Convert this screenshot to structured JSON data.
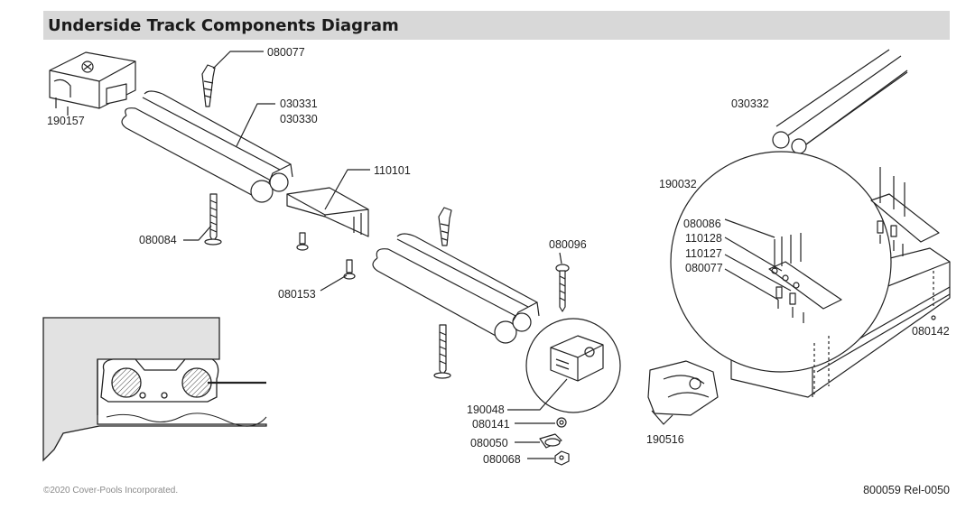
{
  "header": {
    "title": "Underside Track Components Diagram"
  },
  "parts": {
    "p080077_top": "080077",
    "p190157": "190157",
    "p030331": "030331",
    "p030330": "030330",
    "p030332": "030332",
    "p110101": "110101",
    "p190032": "190032",
    "p080084": "080084",
    "p080086": "080086",
    "p110128": "110128",
    "p110127": "110127",
    "p080077_detail": "080077",
    "p080096": "080096",
    "p080153": "080153",
    "p080142": "080142",
    "p190048": "190048",
    "p080141": "080141",
    "p080050": "080050",
    "p080068": "080068",
    "p190516": "190516"
  },
  "footer": {
    "copyright": "©2020 Cover-Pools Incorporated.",
    "doc_id": "800059 Rel-0050"
  },
  "colors": {
    "title_bar": "#d8d8d8",
    "inset_fill": "#e2e2e2",
    "line": "#222222"
  }
}
